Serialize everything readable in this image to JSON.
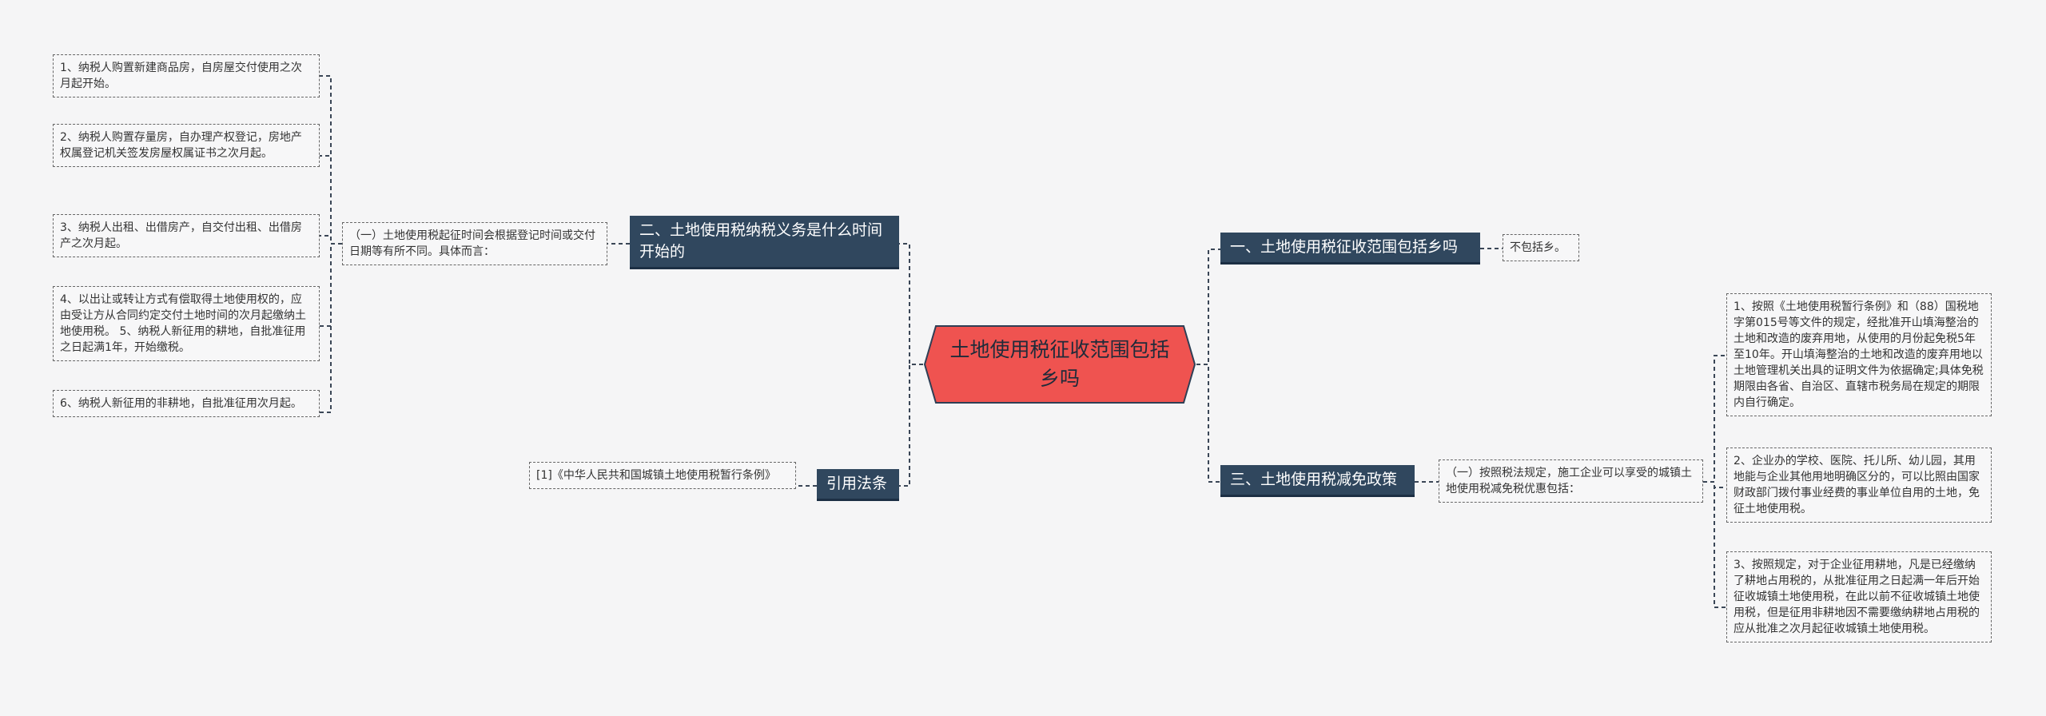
{
  "root": {
    "label": "土地使用税征收范围包括乡吗"
  },
  "branches": [
    {
      "label": "一、土地使用税征收范围包括乡吗"
    },
    {
      "label": "三、土地使用税减免政策"
    },
    {
      "label": "二、土地使用税纳税义务是什么时间开始的"
    },
    {
      "label": "引用法条"
    }
  ],
  "leaves": {
    "b1_leaf": "不包括乡。",
    "b3_mid": "（一）按照税法规定，施工企业可以享受的城镇土地使用税减免税优惠包括：",
    "b3_items": [
      "1、按照《土地使用税暂行条例》和（88）国税地字第015号等文件的规定，经批准开山填海整治的土地和改造的废弃用地，从使用的月份起免税5年至10年。开山填海整治的土地和改造的废弃用地以土地管理机关出具的证明文件为依据确定;具体免税期限由各省、自治区、直辖市税务局在规定的期限内自行确定。",
      "2、企业办的学校、医院、托儿所、幼儿园，其用地能与企业其他用地明确区分的，可以比照由国家财政部门拨付事业经费的事业单位自用的土地，免征土地使用税。",
      "3、按照规定，对于企业征用耕地，凡是已经缴纳了耕地占用税的，从批准征用之日起满一年后开始征收城镇土地使用税，在此以前不征收城镇土地使用税，但是征用非耕地因不需要缴纳耕地占用税的应从批准之次月起征收城镇土地使用税。"
    ],
    "b2_mid": "（一）土地使用税起征时间会根据登记时间或交付日期等有所不同。具体而言：",
    "b2_items": [
      "1、纳税人购置新建商品房，自房屋交付使用之次月起开始。",
      "2、纳税人购置存量房，自办理产权登记，房地产权属登记机关签发房屋权属证书之次月起。",
      "3、纳税人出租、出借房产，自交付出租、出借房产之次月起。",
      "4、以出让或转让方式有偿取得土地使用权的，应由受让方从合同约定交付土地时间的次月起缴纳土地使用税。 5、纳税人新征用的耕地，自批准征用之日起满1年，开始缴税。",
      "6、纳税人新征用的非耕地，自批准征用次月起。"
    ],
    "law_leaf": "[1]《中华人民共和国城镇土地使用税暂行条例》"
  },
  "colors": {
    "root_fill": "#ef5350",
    "root_border": "#2f3f55",
    "branch_fill": "#30475e",
    "line": "#3a4656"
  }
}
